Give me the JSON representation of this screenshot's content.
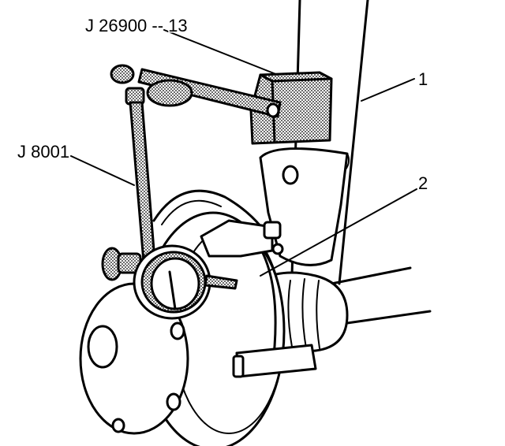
{
  "figure": {
    "labels": {
      "tool_j26900_13": "J 26900 -- 13",
      "tool_j8001": "J 8001",
      "item_1": "1",
      "item_2": "2"
    }
  }
}
